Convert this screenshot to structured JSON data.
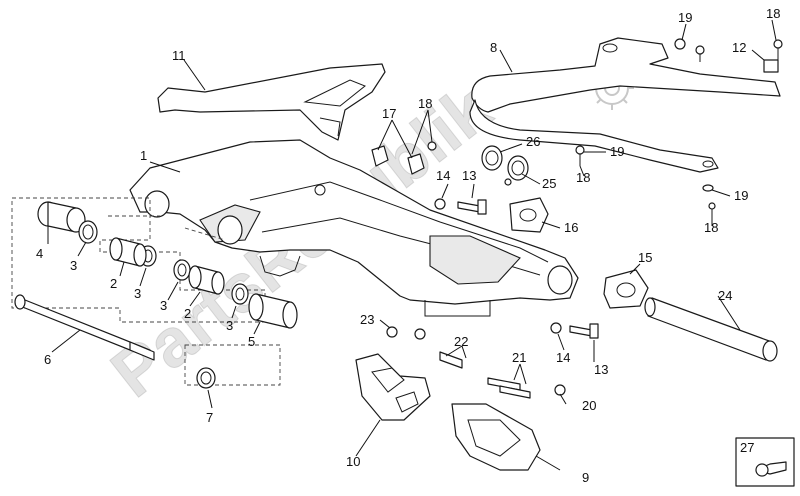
{
  "diagram": {
    "callouts": {
      "c1": "1",
      "c2a": "2",
      "c2b": "2",
      "c3a": "3",
      "c3b": "3",
      "c3c": "3",
      "c3d": "3",
      "c4": "4",
      "c5": "5",
      "c6": "6",
      "c7": "7",
      "c8": "8",
      "c9": "9",
      "c10": "10",
      "c11": "11",
      "c12": "12",
      "c13a": "13",
      "c13b": "13",
      "c14a": "14",
      "c14b": "14",
      "c15": "15",
      "c16": "16",
      "c17": "17",
      "c18a": "18",
      "c18b": "18",
      "c18c": "18",
      "c18d": "18",
      "c19a": "19",
      "c19b": "19",
      "c19c": "19",
      "c20": "20",
      "c21": "21",
      "c22": "22",
      "c23": "23",
      "c24": "24",
      "c25": "25",
      "c26": "26",
      "c27": "27"
    }
  }
}
